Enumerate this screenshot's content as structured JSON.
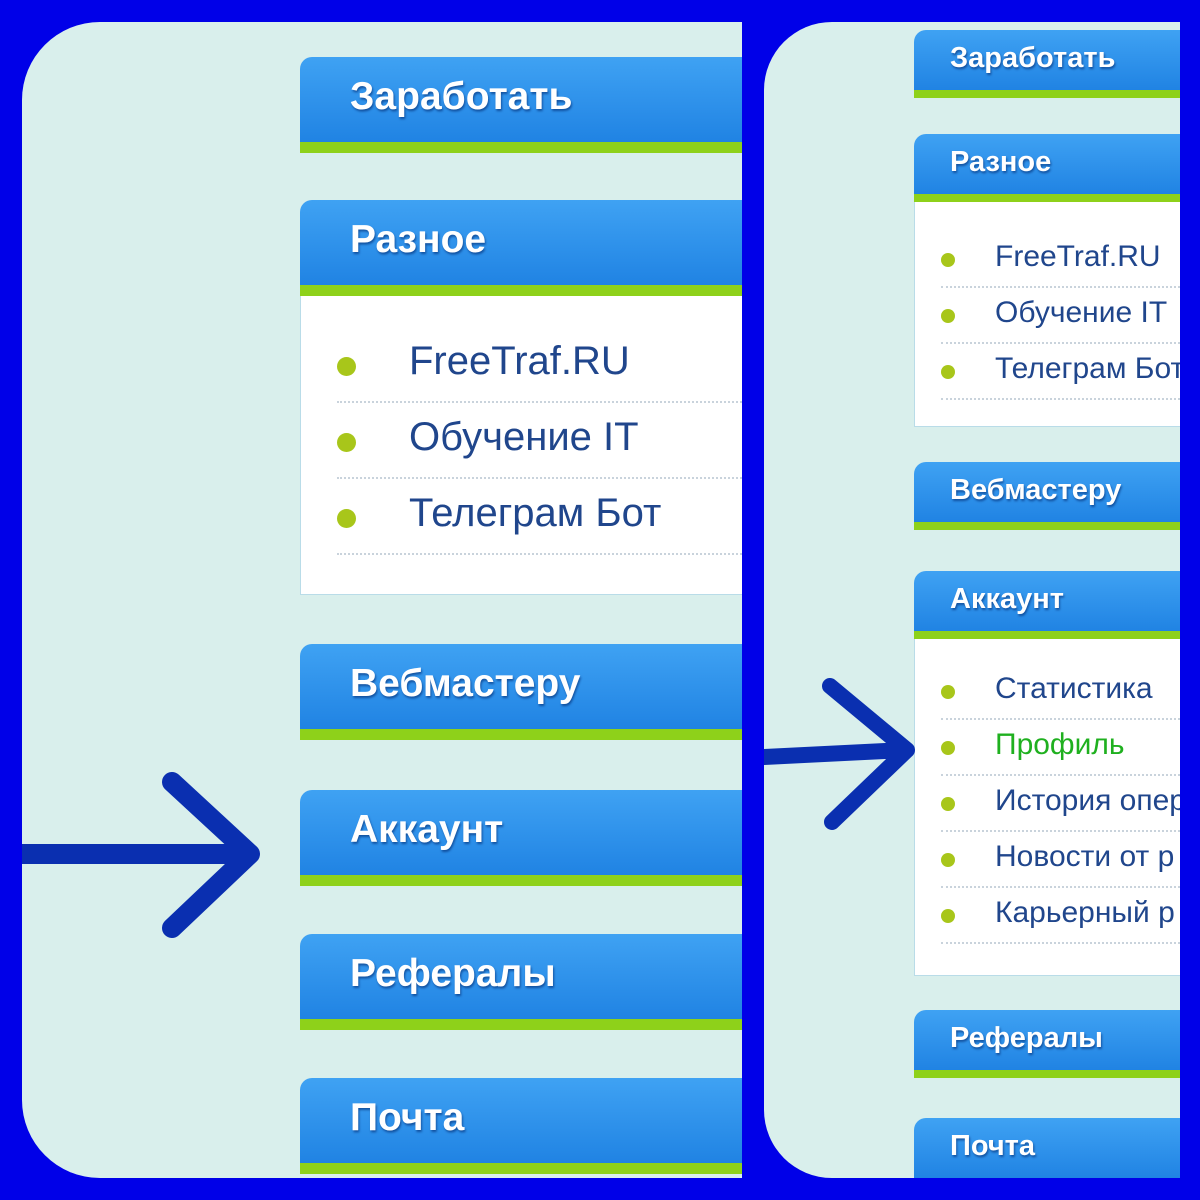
{
  "left_panel": {
    "sections": {
      "earn": "Заработать",
      "misc": "Разное",
      "webmaster": "Вебмастеру",
      "account": "Аккаунт",
      "referrals": "Рефералы",
      "mail": "Почта"
    },
    "misc_items": [
      "FreeTraf.RU",
      "Обучение IT",
      "Телеграм Бот"
    ]
  },
  "right_panel": {
    "sections": {
      "earn": "Заработать",
      "misc": "Разное",
      "webmaster": "Вебмастеру",
      "account": "Аккаунт",
      "referrals": "Рефералы",
      "mail": "Почта"
    },
    "misc_items": [
      "FreeTraf.RU",
      "Обучение IT",
      "Телеграм Бот"
    ],
    "account_items": [
      "Статистика",
      "Профиль",
      "История опер",
      "Новости от р",
      "Карьерный р"
    ],
    "active_item": "Профиль"
  },
  "colors": {
    "frame": "#0000e8",
    "panel_bg": "#d9efec",
    "header_blue": "#1c7fe1",
    "header_green": "#8ed11a",
    "link_text": "#20468c",
    "active_text": "#1fb01f",
    "bullet": "#a8c61a",
    "arrow": "#0a2fb0"
  }
}
